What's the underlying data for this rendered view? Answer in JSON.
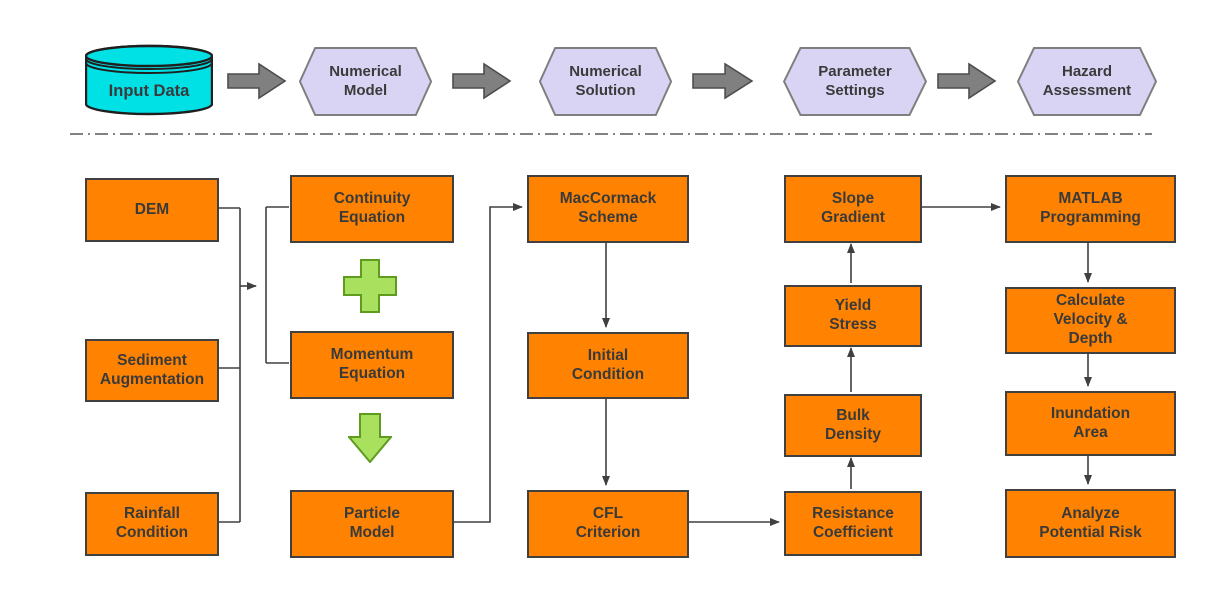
{
  "pipeline": {
    "input": {
      "label": "Input Data",
      "shape": "cylinder"
    },
    "stages": [
      {
        "label": "Numerical Model"
      },
      {
        "label": "Numerical Solution"
      },
      {
        "label": "Parameter Settings"
      },
      {
        "label": "Hazard Assessment"
      }
    ]
  },
  "flowchart": {
    "data_inputs": [
      {
        "label": "DEM"
      },
      {
        "label": "Sediment Augmentation"
      },
      {
        "label": "Rainfall Condition"
      }
    ],
    "numerical_model": {
      "continuity": "Continuity Equation",
      "momentum": "Momentum Equation",
      "particle": "Particle Model"
    },
    "numerical_solution": {
      "maccormack": "MacCormack Scheme",
      "initial": "Initial Condition",
      "cfl": "CFL Criterion"
    },
    "parameter_settings": {
      "slope": "Slope Gradient",
      "yield_stress": "Yield Stress",
      "bulk_density": "Bulk Density",
      "resistance": "Resistance Coefficient"
    },
    "hazard_assessment": {
      "matlab": "MATLAB Programming",
      "calculate": "Calculate Velocity & Depth",
      "inundation": "Inundation Area",
      "analyze": "Analyze Potential Risk"
    }
  },
  "colors": {
    "box_fill": "#FF8200",
    "box_border": "#404040",
    "hex_fill": "#DAD4F4",
    "hex_border": "#7F7F7F",
    "cylinder_fill": "#00E1E6",
    "cylinder_border": "#1F1F1F",
    "block_arrow_fill": "#808080",
    "block_arrow_border": "#4D4D4D",
    "green_fill": "#A9E05E",
    "green_border": "#5E9C20",
    "line": "#404040",
    "text": "#3A3A3A"
  }
}
